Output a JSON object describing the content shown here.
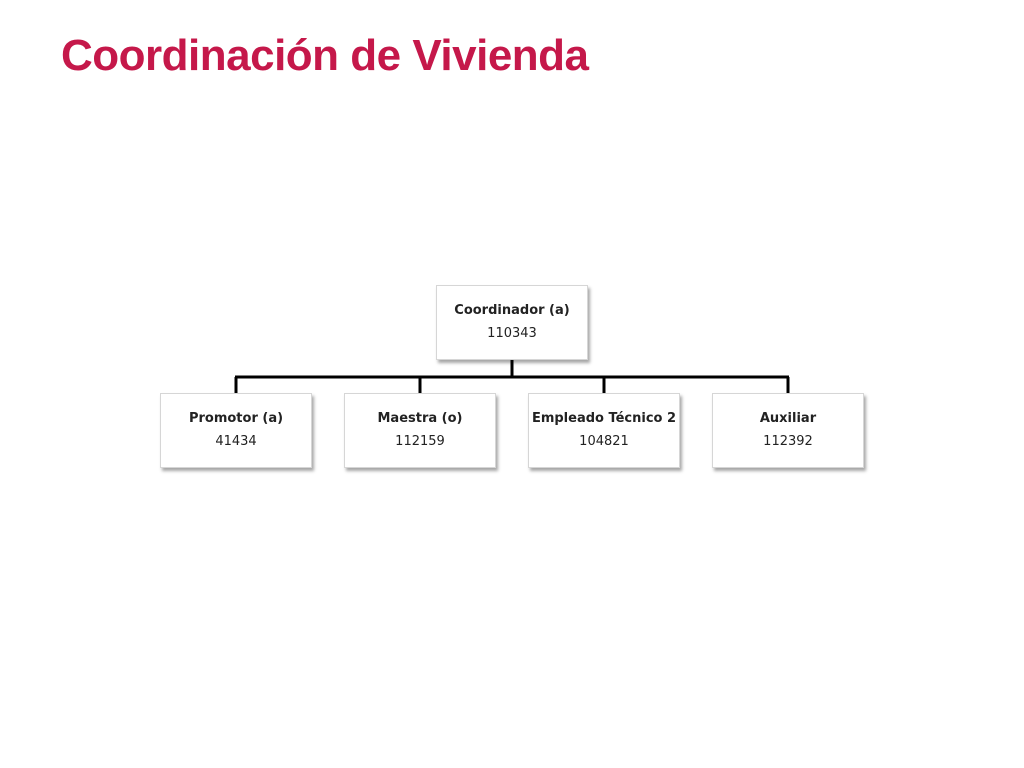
{
  "slide": {
    "title": "Coordinación de Vivienda"
  },
  "org_chart": {
    "root": {
      "role": "Coordinador (a)",
      "code": "110343"
    },
    "children": [
      {
        "role": "Promotor (a)",
        "code": "41434"
      },
      {
        "role": "Maestra (o)",
        "code": "112159"
      },
      {
        "role": "Empleado Técnico 2",
        "code": "104821"
      },
      {
        "role": "Auxiliar",
        "code": "112392"
      }
    ]
  }
}
